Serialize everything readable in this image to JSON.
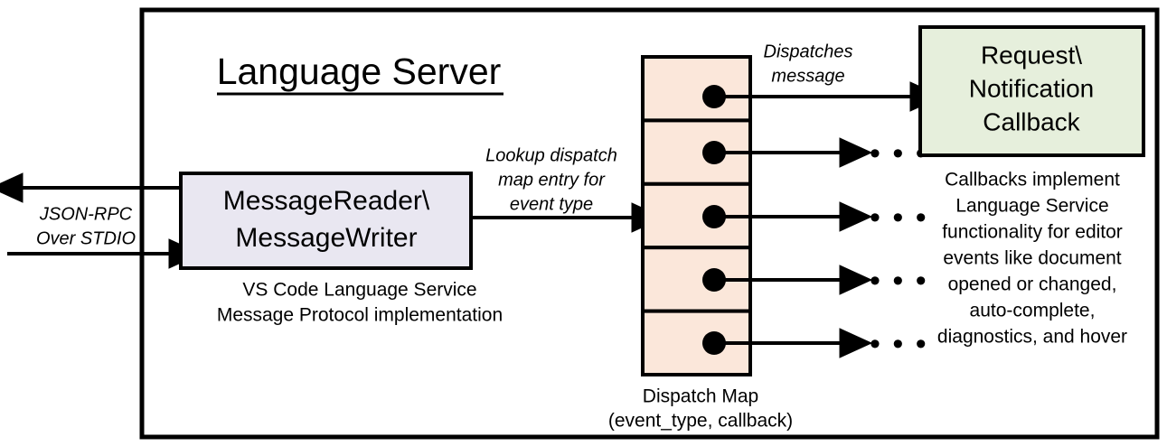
{
  "diagram": {
    "title": "Language Server",
    "outer_container_name": "Language Server",
    "colors": {
      "stroke": "#000000",
      "background": "#ffffff",
      "message_box_fill": "#E9E7F1",
      "dispatch_map_fill": "#FBE7DA",
      "callback_box_fill": "#E6EFDC"
    },
    "external_channel": {
      "label_line1": "JSON-RPC",
      "label_line2": "Over STDIO",
      "outbound_arrow_name": "outbound-jsonrpc-arrow",
      "inbound_arrow_name": "inbound-jsonrpc-arrow"
    },
    "message_box": {
      "line1": "MessageReader\\",
      "line2": "MessageWriter",
      "caption_line1": "VS Code Language Service",
      "caption_line2": "Message Protocol implementation"
    },
    "lookup_annotation": {
      "line1": "Lookup dispatch",
      "line2": "map entry for",
      "line3": "event type"
    },
    "dispatch_map": {
      "caption_line1": "Dispatch Map",
      "caption_line2": "(event_type, callback)",
      "rows": [
        {
          "index": 1,
          "dot": true,
          "target": "callback-box"
        },
        {
          "index": 2,
          "dot": true,
          "target": "ellipsis"
        },
        {
          "index": 3,
          "dot": true,
          "target": "ellipsis"
        },
        {
          "index": 4,
          "dot": true,
          "target": "ellipsis"
        },
        {
          "index": 5,
          "dot": true,
          "target": "ellipsis"
        }
      ],
      "ellipsis_glyph": "• • •"
    },
    "dispatch_annotation": {
      "line1": "Dispatches",
      "line2": "message"
    },
    "callback_box": {
      "line1": "Request\\",
      "line2": "Notification",
      "line3": "Callback"
    },
    "callback_caption": {
      "line1": "Callbacks implement",
      "line2": "Language Service",
      "line3": "functionality for editor",
      "line4": "events like document",
      "line5": "opened or changed,",
      "line6": "auto-complete,",
      "line7": "diagnostics, and hover"
    }
  }
}
